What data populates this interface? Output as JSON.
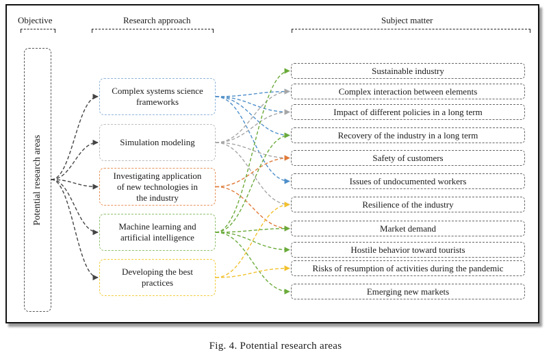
{
  "headers": {
    "objective": "Objective",
    "approach": "Research approach",
    "subject": "Subject matter"
  },
  "objective": {
    "label": "Potential research areas"
  },
  "approaches": [
    {
      "label": "Complex systems science\nframeworks",
      "color": "#8fb3d9"
    },
    {
      "label": "Simulation modeling",
      "color": "#bdbdbd"
    },
    {
      "label": "Investigating application\nof new technologies in\nthe industry",
      "color": "#e8935a"
    },
    {
      "label": "Machine learning and\nartificial intelligence",
      "color": "#8fbf6e"
    },
    {
      "label": "Developing the best\npractices",
      "color": "#f2cc3a"
    }
  ],
  "subjects": [
    "Sustainable industry",
    "Complex interaction between elements",
    "Impact of different policies in a long term",
    "Recovery of the industry in a long term",
    "Safety of customers",
    "Issues of undocumented workers",
    "Resilience of the industry",
    "Market demand",
    "Hostile behavior toward tourists",
    "Risks of resumption of activities during the pandemic",
    "Emerging new markets"
  ],
  "link_colors": {
    "objective": "#444444",
    "approaches": [
      "#4f8fc9",
      "#a6a6a6",
      "#e07b39",
      "#6aaa3a",
      "#f2c12e"
    ]
  },
  "links": [
    {
      "from": 0,
      "to": [
        1,
        2,
        3,
        5
      ]
    },
    {
      "from": 1,
      "to": [
        1,
        2,
        4,
        6
      ]
    },
    {
      "from": 2,
      "to": [
        4,
        7
      ]
    },
    {
      "from": 3,
      "to": [
        0,
        3,
        7,
        8,
        10
      ]
    },
    {
      "from": 4,
      "to": [
        6,
        9
      ]
    }
  ],
  "caption": "Fig. 4. Potential research areas"
}
